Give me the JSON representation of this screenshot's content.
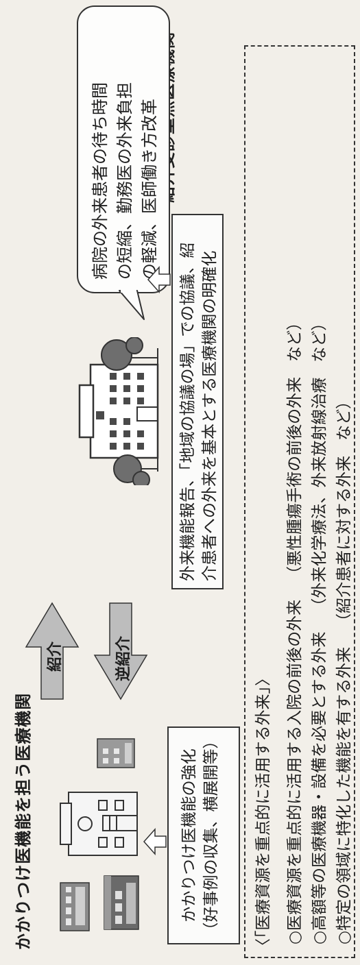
{
  "left_title": "かかりつけ医機能を担う医療機関",
  "right_title": "紹介受診重点医療機関",
  "left_box": {
    "line1": "かかりつけ医機能の強化",
    "line2": "（好事例の収集、横展開等）"
  },
  "arrows": {
    "referral": "紹介",
    "reverse_referral": "逆紹介"
  },
  "center_box": {
    "line1": "外来機能報告、「地域の協議の場」での協議、紹",
    "line2": "介患者への外来を基本とする医療機関の明確化"
  },
  "bubble": {
    "line1": "病院の外来患者の待ち時間",
    "line2": "の短縮、勤務医の外来負担",
    "line3": "の軽減、医師働き方改革"
  },
  "resources": {
    "heading": "〈「医療資源を重点的に活用する外来」〉",
    "items": [
      {
        "text": "○医療資源を重点的に活用する入院の前後の外来",
        "note": "（悪性腫瘍手術の前後の外来",
        "etc": "など）"
      },
      {
        "text": "○高額等の医療機器・設備を必要とする外来",
        "note": "（外来化学療法、外来放射線治療",
        "etc": "など）"
      },
      {
        "text": "○特定の領域に特化した機能を有する外来",
        "note": "（紹介患者に対する外来",
        "etc": "など）"
      }
    ]
  },
  "colors": {
    "arrow_fill": "#bdbdbd",
    "tree_fill": "#6e6e6e",
    "building_dark": "#4a4a4a"
  }
}
